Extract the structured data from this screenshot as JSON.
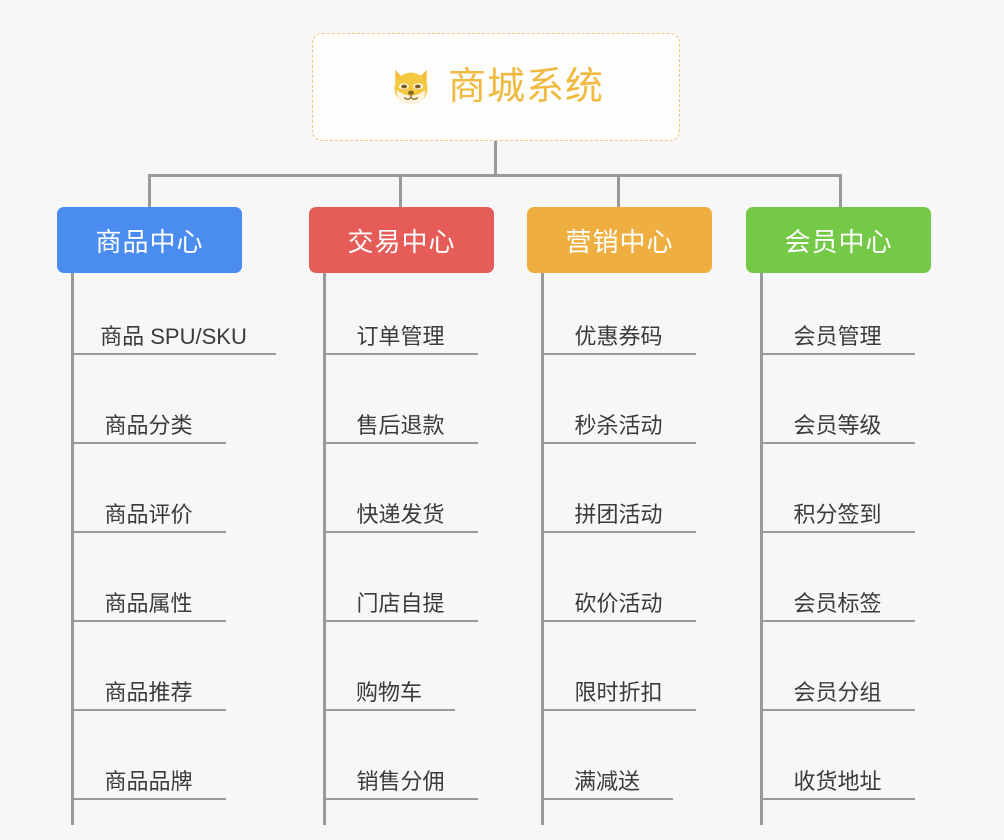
{
  "root": {
    "title": "商城系统",
    "icon": "shiba-dog-icon",
    "border_color": "#eec77a",
    "text_color": "#f0b93f",
    "background": "#fdfdfc"
  },
  "canvas": {
    "background": "#f7f7f7",
    "connector_color": "#9a9a9a"
  },
  "columns": [
    {
      "id": "product-center",
      "label": "商品中心",
      "color": "#4a8cf0",
      "items": [
        "商品 SPU/SKU",
        "商品分类",
        "商品评价",
        "商品属性",
        "商品推荐",
        "商品品牌"
      ]
    },
    {
      "id": "trade-center",
      "label": "交易中心",
      "color": "#e55c58",
      "items": [
        "订单管理",
        "售后退款",
        "快递发货",
        "门店自提",
        "购物车",
        "销售分佣"
      ]
    },
    {
      "id": "marketing-center",
      "label": "营销中心",
      "color": "#eeaf40",
      "items": [
        "优惠券码",
        "秒杀活动",
        "拼团活动",
        "砍价活动",
        "限时折扣",
        "满减送"
      ]
    },
    {
      "id": "member-center",
      "label": "会员中心",
      "color": "#74c947",
      "items": [
        "会员管理",
        "会员等级",
        "积分签到",
        "会员标签",
        "会员分组",
        "收货地址"
      ]
    }
  ]
}
